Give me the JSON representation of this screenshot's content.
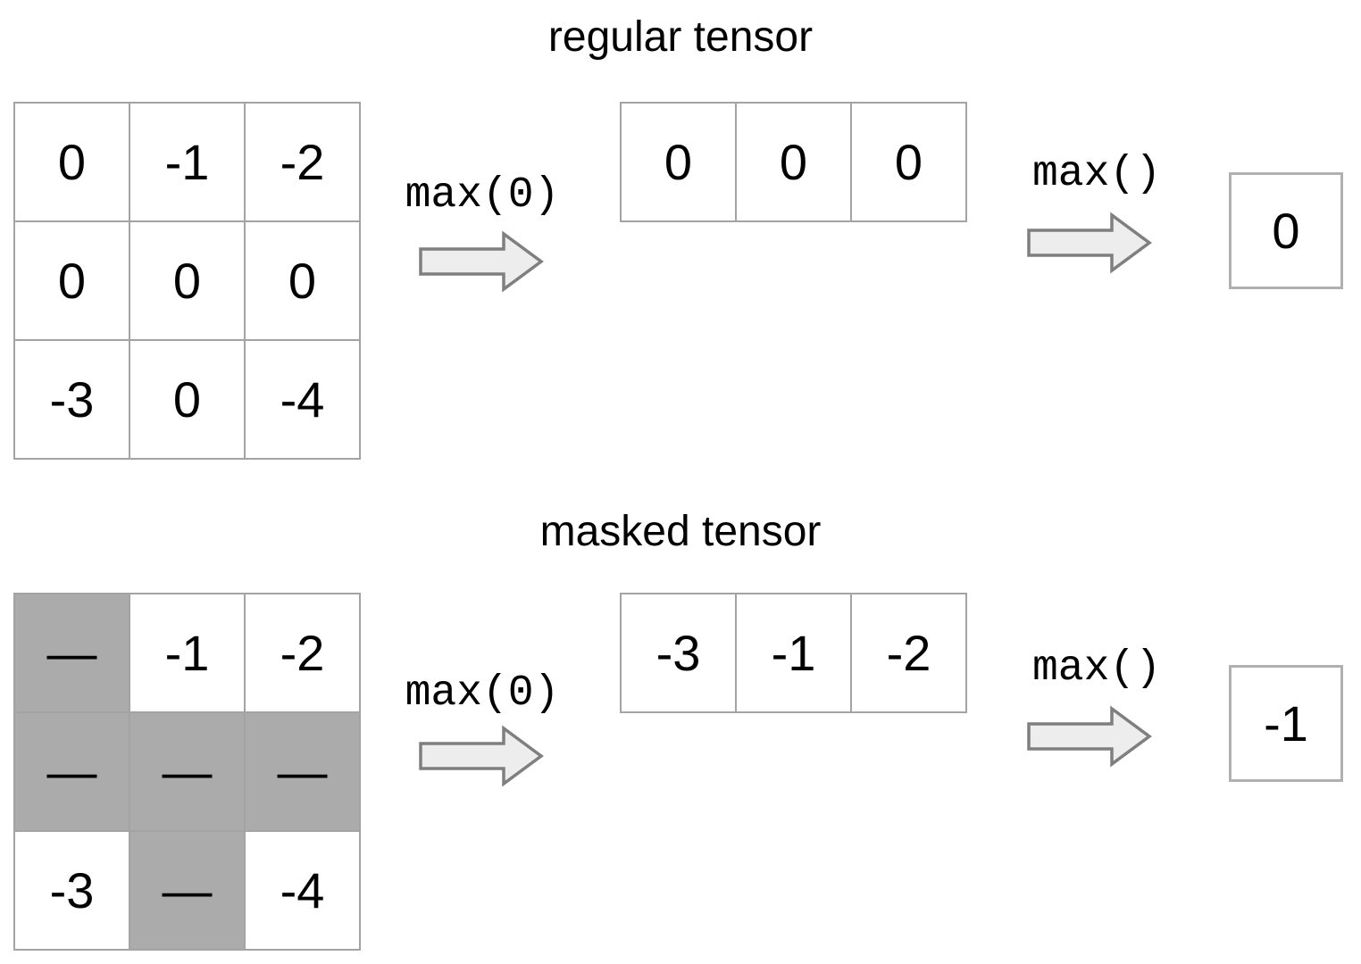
{
  "colors": {
    "mask_bg": "#ababab",
    "grid_border": "#a3a3a3",
    "arrow_fill": "#ededed",
    "arrow_stroke": "#7f7f7f",
    "text": "#000000"
  },
  "sections": [
    {
      "id": "regular",
      "title": "regular tensor",
      "matrix": {
        "rows": [
          [
            "0",
            "-1",
            "-2"
          ],
          [
            "0",
            "0",
            "0"
          ],
          [
            "-3",
            "0",
            "-4"
          ]
        ],
        "masked": [
          [
            false,
            false,
            false
          ],
          [
            false,
            false,
            false
          ],
          [
            false,
            false,
            false
          ]
        ]
      },
      "op1_label": "max(0)",
      "vector": [
        "0",
        "0",
        "0"
      ],
      "op2_label": "max()",
      "result": "0"
    },
    {
      "id": "masked",
      "title": "masked tensor",
      "matrix": {
        "rows": [
          [
            "—",
            "-1",
            "-2"
          ],
          [
            "—",
            "—",
            "—"
          ],
          [
            "-3",
            "—",
            "-4"
          ]
        ],
        "masked": [
          [
            true,
            false,
            false
          ],
          [
            true,
            true,
            true
          ],
          [
            false,
            true,
            false
          ]
        ]
      },
      "op1_label": "max(0)",
      "vector": [
        "-3",
        "-1",
        "-2"
      ],
      "op2_label": "max()",
      "result": "-1"
    }
  ]
}
